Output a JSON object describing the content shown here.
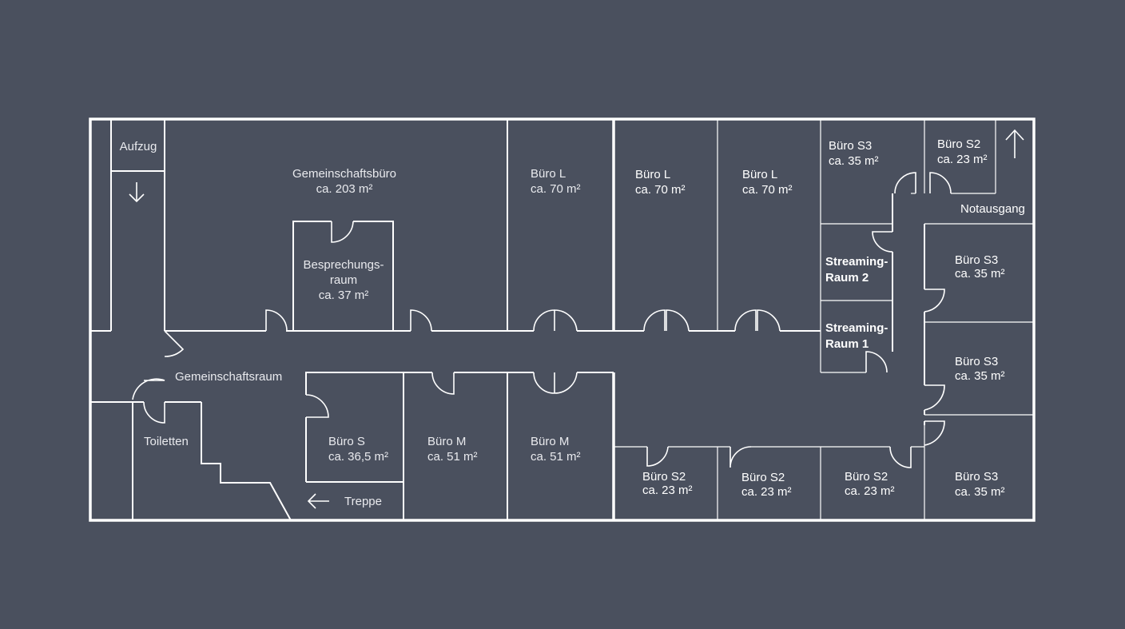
{
  "colors": {
    "background": "#4a505e",
    "lines": "#ffffff"
  },
  "rooms": {
    "aufzug": "Aufzug",
    "gemeinschaftsbuero": {
      "name": "Gemeinschaftsbüro",
      "area": "ca. 203 m²"
    },
    "besprechungsraum": {
      "line1": "Besprechungs-",
      "line2": "raum",
      "area": "ca. 37 m²"
    },
    "buero_l_1": {
      "name": "Büro L",
      "area": "ca. 70 m²"
    },
    "buero_l_2": {
      "name": "Büro L",
      "area": "ca. 70 m²"
    },
    "buero_l_3": {
      "name": "Büro L",
      "area": "ca. 70 m²"
    },
    "buero_s3_top": {
      "name": "Büro S3",
      "area": "ca. 35 m²"
    },
    "buero_s2_top": {
      "name": "Büro S2",
      "area": "ca. 23 m²"
    },
    "notausgang": "Notausgang",
    "streaming_2": {
      "line1": "Streaming-",
      "line2": "Raum 2"
    },
    "streaming_1": {
      "line1": "Streaming-",
      "line2": "Raum 1"
    },
    "buero_s3_right_1": {
      "name": "Büro S3",
      "area": "ca. 35 m²"
    },
    "buero_s3_right_2": {
      "name": "Büro S3",
      "area": "ca. 35 m²"
    },
    "buero_s3_right_3": {
      "name": "Büro S3",
      "area": "ca. 35 m²"
    },
    "gemeinschaftsraum": "Gemeinschaftsraum",
    "toiletten": "Toiletten",
    "buero_s": {
      "name": "Büro S",
      "area": "ca. 36,5 m²"
    },
    "buero_m_1": {
      "name": "Büro M",
      "area": "ca. 51 m²"
    },
    "buero_m_2": {
      "name": "Büro M",
      "area": "ca. 51 m²"
    },
    "treppe": "Treppe",
    "buero_s2_bottom_1": {
      "name": "Büro S2",
      "area": "ca. 23 m²"
    },
    "buero_s2_bottom_2": {
      "name": "Büro S2",
      "area": "ca. 23 m²"
    },
    "buero_s2_bottom_3": {
      "name": "Büro S2",
      "area": "ca. 23 m²"
    }
  },
  "icons": {
    "elevator_arrow": "arrow-down-icon",
    "stairs_arrow": "arrow-left-icon",
    "exit_arrow": "arrow-up-icon"
  }
}
